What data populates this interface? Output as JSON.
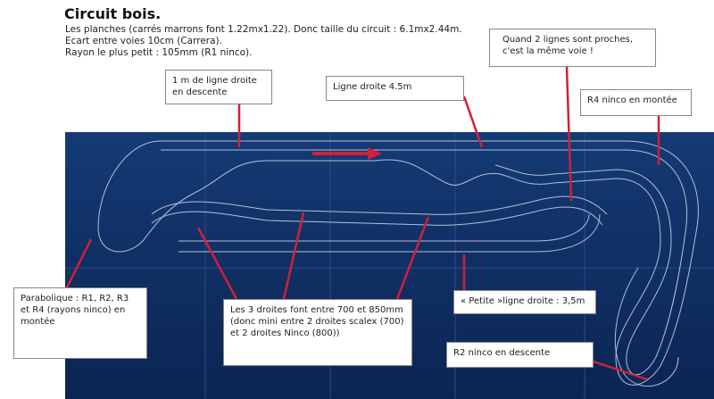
{
  "title": "Circuit bois.",
  "intro": [
    "Les planches (carrés marrons font 1.22mx1.22). Donc taille du circuit : 6.1mx2.44m.",
    "Ecart entre voies 10cm (Carrera).",
    "Rayon le plus petit : 105mm (R1 ninco)."
  ],
  "callouts": {
    "descente": "1 m de ligne droite en descente",
    "ligne45": "Ligne droite 4.5m",
    "proches": "Quand 2 lignes sont proches, c'est la même voie !",
    "r4": "R4 ninco en montée",
    "parabolique": "Parabolique : R1, R2, R3 et R4 (rayons ninco) en montée",
    "droites": "Les 3 droites font entre 700 et 850mm (donc mini entre 2 droites scalex (700) et 2 droites Ninco (800))",
    "petite": "« Petite »ligne droite : 3,5m",
    "r2": "R2 ninco en descente"
  },
  "colors": {
    "board": "#0f2f63",
    "track": "#cfd8ea",
    "pointer": "#d0203a"
  }
}
